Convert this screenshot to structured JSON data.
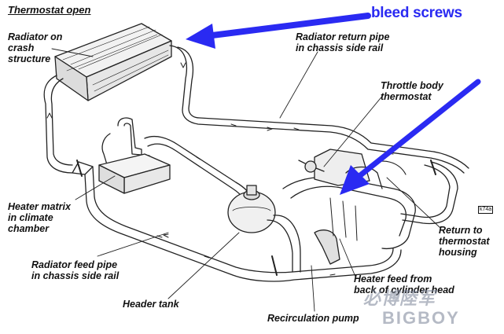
{
  "title": "Thermostat open",
  "annotation": "bleed screws",
  "labels": {
    "radiator": "Radiator on\ncrash\nstructure",
    "return_pipe": "Radiator return pipe\nin chassis side rail",
    "throttle": "Throttle body\nthermostat",
    "heater_matrix": "Heater matrix\nin climate\nchamber",
    "return_housing": "Return to\nthermostat\nhousing",
    "feed_pipe": "Radiator feed pipe\nin chassis side rail",
    "heater_feed": "Heater feed from\nback of cylinder head",
    "header_tank": "Header tank",
    "pump": "Recirculation pump"
  },
  "ref_code": "k74a",
  "watermark": {
    "cn": "必博陸军",
    "en": "BIGBOY"
  },
  "colors": {
    "arrow": "#2a2af2",
    "line": "#222222"
  }
}
